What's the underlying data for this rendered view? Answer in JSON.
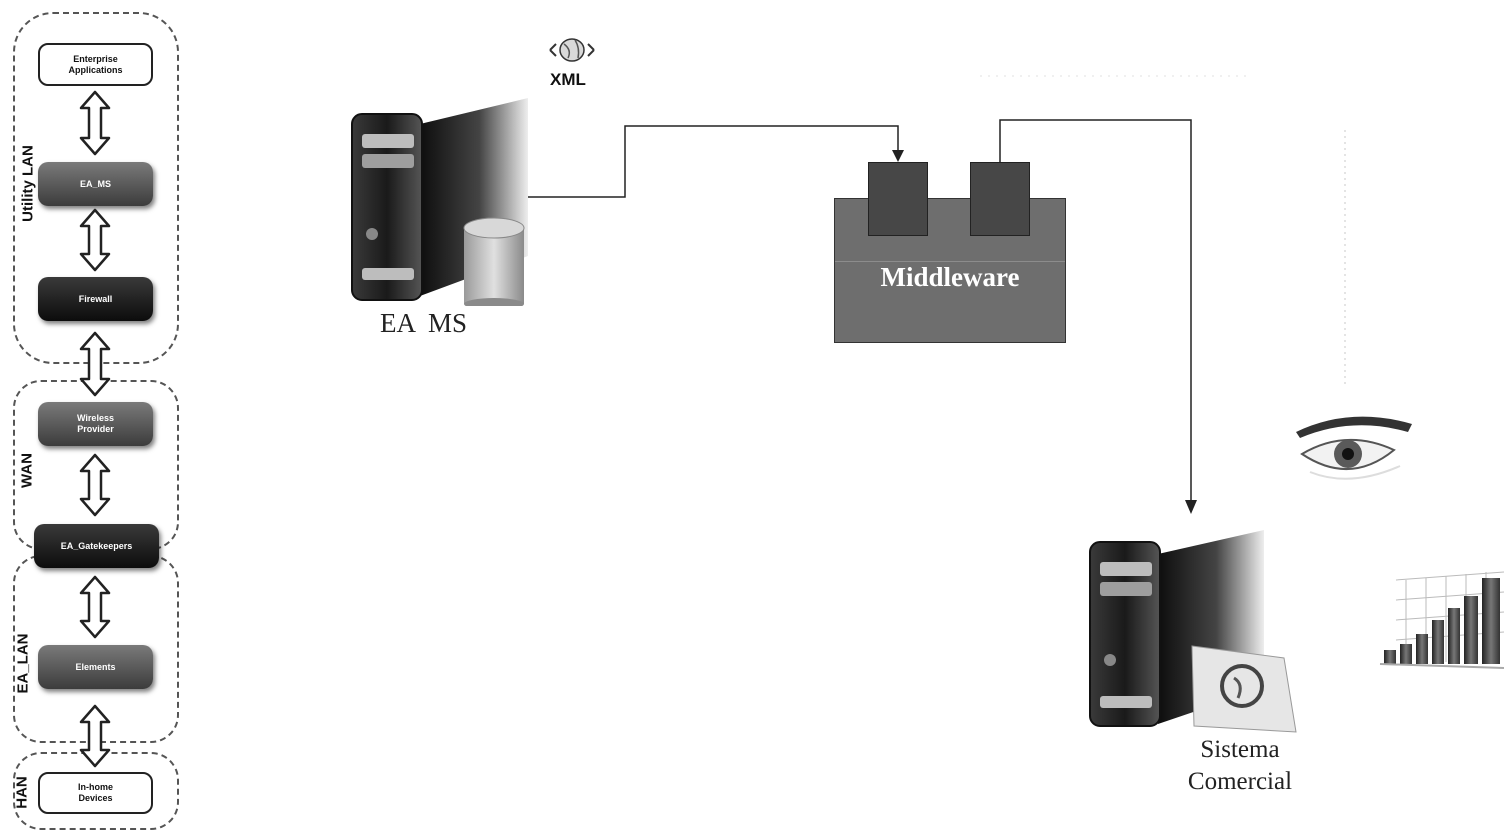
{
  "stack": {
    "zones": [
      {
        "label": "Utility LAN"
      },
      {
        "label": "WAN"
      },
      {
        "label": "EA_LAN"
      },
      {
        "label": "HAN"
      }
    ],
    "nodes": [
      {
        "label": "Enterprise Applications",
        "style": "light"
      },
      {
        "label": "EA_MS",
        "style": "mid"
      },
      {
        "label": "Firewall",
        "style": "dark"
      },
      {
        "label": "Wireless Provider",
        "style": "mid"
      },
      {
        "label": "EA_Gatekeepers",
        "style": "dark"
      },
      {
        "label": "Elements",
        "style": "mid"
      },
      {
        "label": "In-home Devices",
        "style": "light"
      }
    ]
  },
  "xml_label": "XML",
  "ea_ms_label": "EA  MS",
  "middleware_label": "Middleware",
  "sistema": {
    "line1": "Sistema",
    "line2": "Comercial"
  },
  "colors": {
    "middleware_fill": "#6e6e6e",
    "middleware_port": "#474747",
    "arrow": "#222222"
  }
}
